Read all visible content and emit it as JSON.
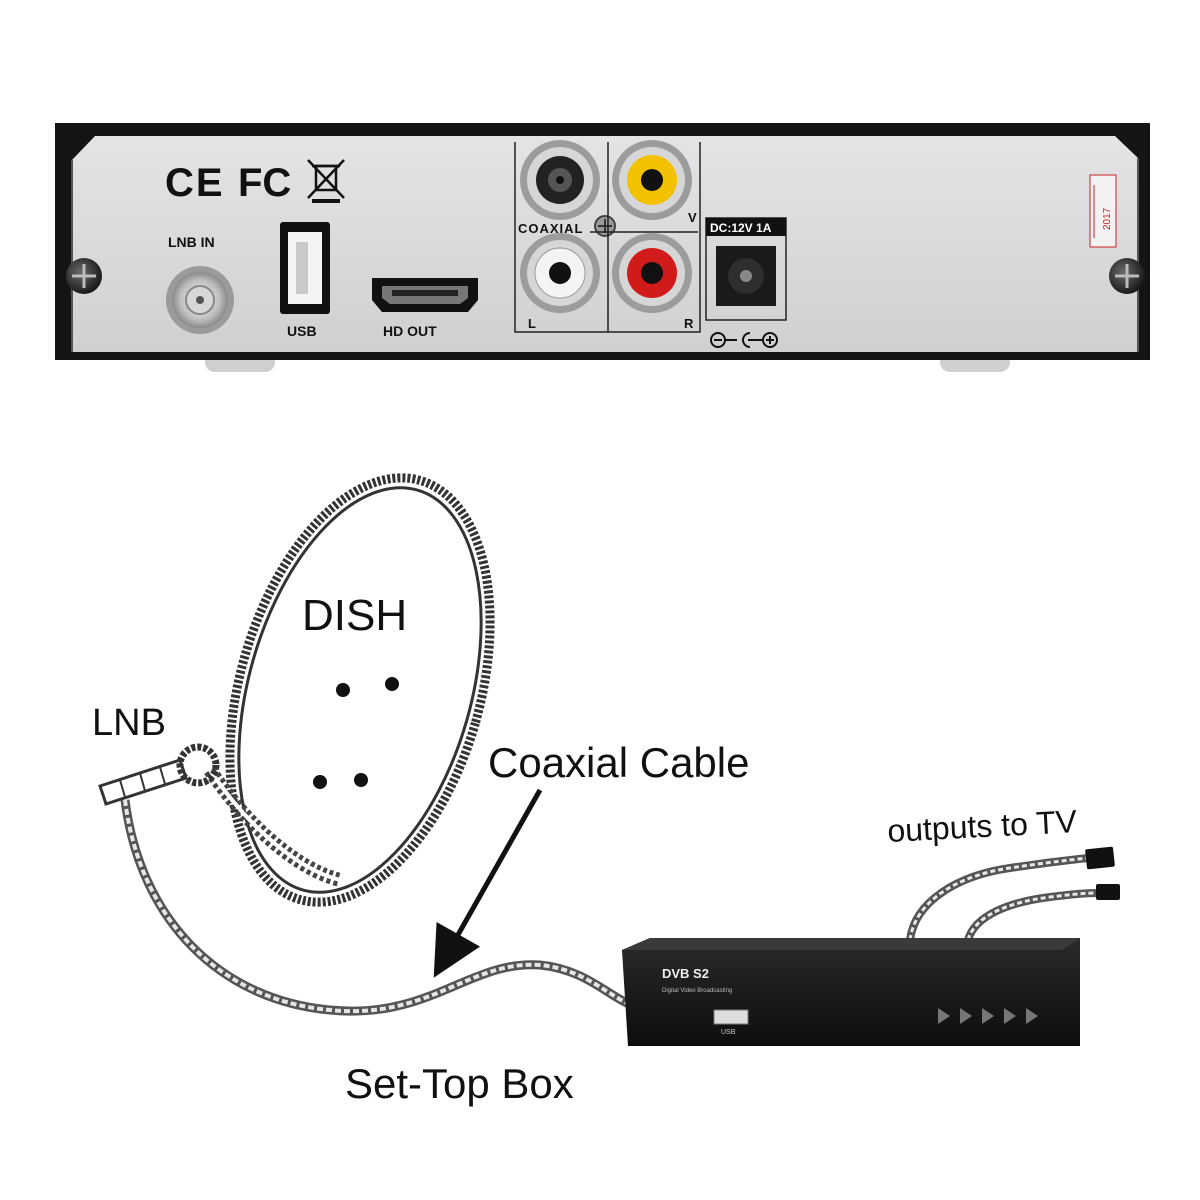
{
  "rear_panel": {
    "certifications": {
      "ce": "CE",
      "fcc": "FC"
    },
    "ports": {
      "lnb_in": "LNB IN",
      "usb": "USB",
      "hd_out": "HD OUT",
      "coaxial": "COAXIAL",
      "video": "V",
      "audio_left": "L",
      "audio_right": "R",
      "dc_in": "DC:12V 1A"
    },
    "sticker_year": "2017",
    "colors": {
      "video_jack": "#f2c200",
      "audio_right_jack": "#d11a1a",
      "audio_left_jack": "#f4f4f4",
      "panel": "#d9dadc",
      "frame": "#111111"
    }
  },
  "diagram": {
    "dish_label": "DISH",
    "lnb_label": "LNB",
    "cable_label": "Coaxial Cable",
    "outputs_label": "outputs to TV",
    "stb_label": "Set-Top Box",
    "box_logo": "DVB S2",
    "box_logo_sub": "Digital Video Broadcasting",
    "box_usb": "USB"
  }
}
